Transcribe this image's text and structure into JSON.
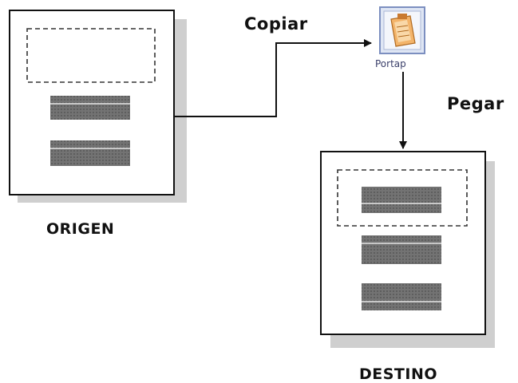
{
  "labels": {
    "copy": "Copiar",
    "paste": "Pegar",
    "clipboard": "Portap",
    "source": "ORIGEN",
    "destination": "DESTINO"
  },
  "icons": {
    "clipboard": "clipboard-icon"
  },
  "colors": {
    "line": "#111111",
    "bar": "#6e6e6e",
    "shadow": "#c8c8c8",
    "icon_frame": "#7c8fc0",
    "icon_fill": "#f0a050"
  }
}
